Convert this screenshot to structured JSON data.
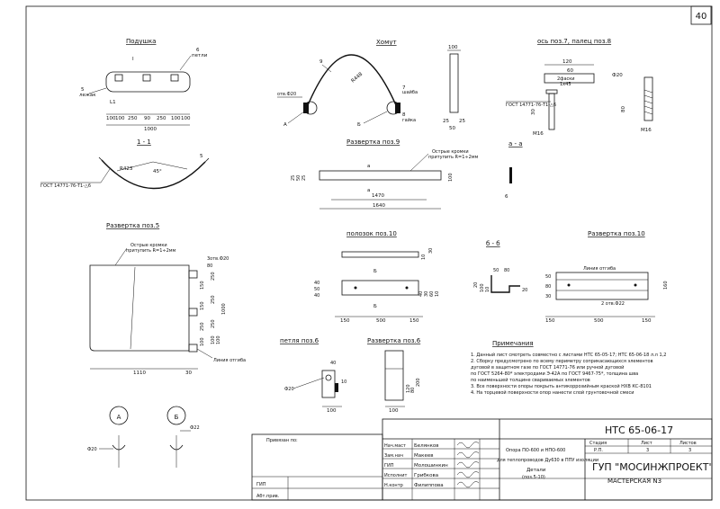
{
  "sheet": {
    "page_number": "40"
  },
  "views": {
    "podushka": {
      "title": "Подушка",
      "section_mark": "I",
      "callout_6": "6",
      "callout_6_sub": "петли",
      "callout_5": "5",
      "callout_5_sub": "лежак",
      "mark_l1": "L1",
      "dims": [
        "100",
        "100",
        "250",
        "90",
        "250",
        "100",
        "100"
      ],
      "total": "1000"
    },
    "section11": {
      "title": "1 - 1",
      "gost": "ГОСТ 14771-76-Т1-△6",
      "radius": "R423",
      "angle": "45°",
      "callout": "5"
    },
    "homut": {
      "title": "Хомут",
      "callout_9": "9",
      "radius": "R448",
      "otv": "отв.Ф20",
      "mark_a": "А",
      "mark_b": "Б",
      "callout_7": "7",
      "callout_7_sub": "шайба",
      "callout_8": "8",
      "callout_8_sub": "гайка",
      "side_dims": [
        "100",
        "25",
        "25",
        "50"
      ]
    },
    "os": {
      "title": "ось поз.7, палец поз.8",
      "dim_120": "120",
      "dim_60": "60",
      "chamfer": "2фаски",
      "chamfer_sub": "1х45",
      "phi": "Ф20",
      "gost": "ГОСТ 14771-76-Т1-△6",
      "m16": "М16",
      "m16b": "М16",
      "dim_80": "80",
      "dim_30": "30"
    },
    "razv9": {
      "title": "Развертка поз.9",
      "note1": "Острые кромки",
      "note2": "притупить R=1÷2мм",
      "mark_a": "a",
      "mark_a2": "a",
      "dims": [
        "1470",
        "1640"
      ],
      "left_dims": [
        "25",
        "50",
        "25"
      ],
      "right_dim": "100"
    },
    "aa": {
      "title": "a - a",
      "dim": "6"
    },
    "razv5": {
      "title": "Развертка поз.5",
      "note1": "Острые кромки",
      "note2": "притупить R=1÷2мм",
      "otv": "3отв.Ф20",
      "dim_80": "80",
      "right_dims": [
        "250",
        "250",
        "250",
        "100",
        "100",
        "1000"
      ],
      "left_dims": [
        "150",
        "150",
        "250",
        "100"
      ],
      "bottom": "1110",
      "bottom2": "30",
      "fold": "Линия отгиба"
    },
    "polozok": {
      "title": "полозок поз.10",
      "dims_top": [
        "10",
        "30"
      ],
      "mark_b": "Б",
      "mark_b2": "Б",
      "left_dims": [
        "40",
        "50",
        "40"
      ],
      "right_dims": [
        "40",
        "30",
        "60",
        "10"
      ],
      "bottom": [
        "150",
        "500",
        "150"
      ]
    },
    "bb": {
      "title": "б - б",
      "dims": [
        "50",
        "80",
        "20",
        "100",
        "10",
        "20"
      ]
    },
    "razv10": {
      "title": "Развертка поз.10",
      "fold": "Линия отгиба",
      "otv": "2 отв.Ф22",
      "left_dims": [
        "50",
        "80",
        "30"
      ],
      "right_dim": "160",
      "bottom": [
        "150",
        "500",
        "150"
      ]
    },
    "petlya": {
      "title": "петля поз.6",
      "dim_40": "40",
      "phi": "Ф20",
      "dim_100": "100",
      "dim_10": "10"
    },
    "razv6": {
      "title": "Развертка поз.6",
      "dims": [
        "200",
        "120",
        "80"
      ],
      "bottom": "100"
    },
    "circle_a": {
      "label": "А",
      "phi": "Ф20"
    },
    "circle_b": {
      "label": "Б",
      "phi": "Ф22"
    }
  },
  "notes": {
    "heading": "Примечания",
    "items": [
      "1. Данный лист смотреть совместно с листами НТС 65-05-17; НТС 65-06-18 л.л 1,2",
      "2. Сборку предусмотрено по всему периметру соприкасающихся элементов",
      "   дуговой в защитном газе по ГОСТ 14771-76 или ручной дуговой",
      "   по ГОСТ 5264-80* электродами Э-42А по ГОСТ 9467-75*, толщина шва",
      "   по наименьшей толщине свариваемых элементов",
      "3. Все поверхности опоры покрыть антикоррозийным краской НХВ КС-8101",
      "4. На торцевой поверхности опор нанести слой грунтовочной смеси"
    ]
  },
  "title_block": {
    "doc_code": "НТС 65-06-17",
    "privyazan": "Привязан по:",
    "gip_label": "ГИП",
    "avt_label": "Абт.прив.",
    "rows": [
      {
        "role": "Нач.маст",
        "name": "Белянков"
      },
      {
        "role": "Зам.нач",
        "name": "Макеев"
      },
      {
        "role": "ГИП",
        "name": "Молошинкин"
      },
      {
        "role": "Исполнит",
        "name": "Грибкова"
      },
      {
        "role": "Н.контр",
        "name": "Филиппова"
      }
    ],
    "description1": "Опора ПО-600 и НПО-600",
    "description2": "для теплопроводов Ду630 в ППУ изоляции",
    "description3": "Детали",
    "description4": "(поз.5-10)",
    "stage_label": "Стадия",
    "sheet_label": "Лист",
    "sheets_label": "Листов",
    "stage": "Р.П.",
    "sheet": "3",
    "sheets": "3",
    "org1": "ГУП \"МОСИНЖПРОЕКТ\"",
    "org2": "МАСТЕРСКАЯ N3"
  }
}
